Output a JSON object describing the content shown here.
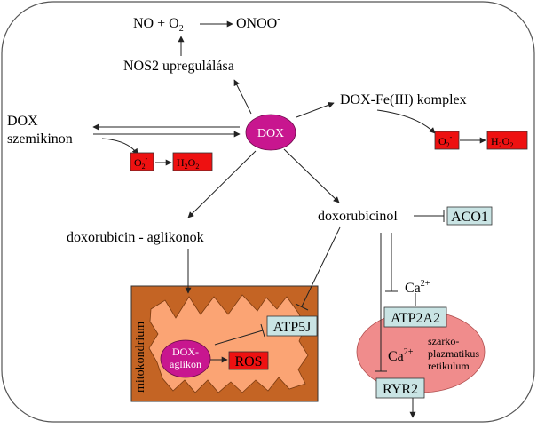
{
  "diagram": {
    "dox": "DOX",
    "no_o2": {
      "no": "NO + O",
      "o2_sub": "2",
      "o2_sup": "-"
    },
    "onoo": {
      "base": "ONOO",
      "sup": "-"
    },
    "nos2": "NOS2 upregulálása",
    "dox_fe": "DOX-Fe(III) komplex",
    "semiquinone_line1": "DOX",
    "semiquinone_line2": "szemikinon",
    "o2_minus": {
      "base": "O",
      "sub": "2",
      "sup": "-"
    },
    "h2o2": {
      "h": "H",
      "sub1": "2",
      "o": "O",
      "sub2": "2"
    },
    "aglycones": "doxorubicin - aglikonok",
    "doxorubicinol": "doxorubicinol",
    "aco1": "ACO1",
    "mitochondrion": "mitokondrium",
    "atp5j": "ATP5J",
    "dox_aglycone_line1": "DOX-",
    "dox_aglycone_line2": "aglikon",
    "ros": "ROS",
    "ca_top": {
      "base": "Ca",
      "sup": "2+"
    },
    "atp2a2": "ATP2A2",
    "ca_inner": {
      "base": "Ca",
      "sup": "2+"
    },
    "sr_line1": "szarko-",
    "sr_line2": "plazmatikus",
    "sr_line3": "retikulum",
    "ryr2": "RYR2"
  },
  "colors": {
    "dox_node": "#c8168f",
    "ros_box": "#ee1111",
    "protein_box": "#c9e4e4",
    "mito_outer": "#c46424",
    "mito_inner": "#fba474",
    "sr": "#f08c8c"
  }
}
